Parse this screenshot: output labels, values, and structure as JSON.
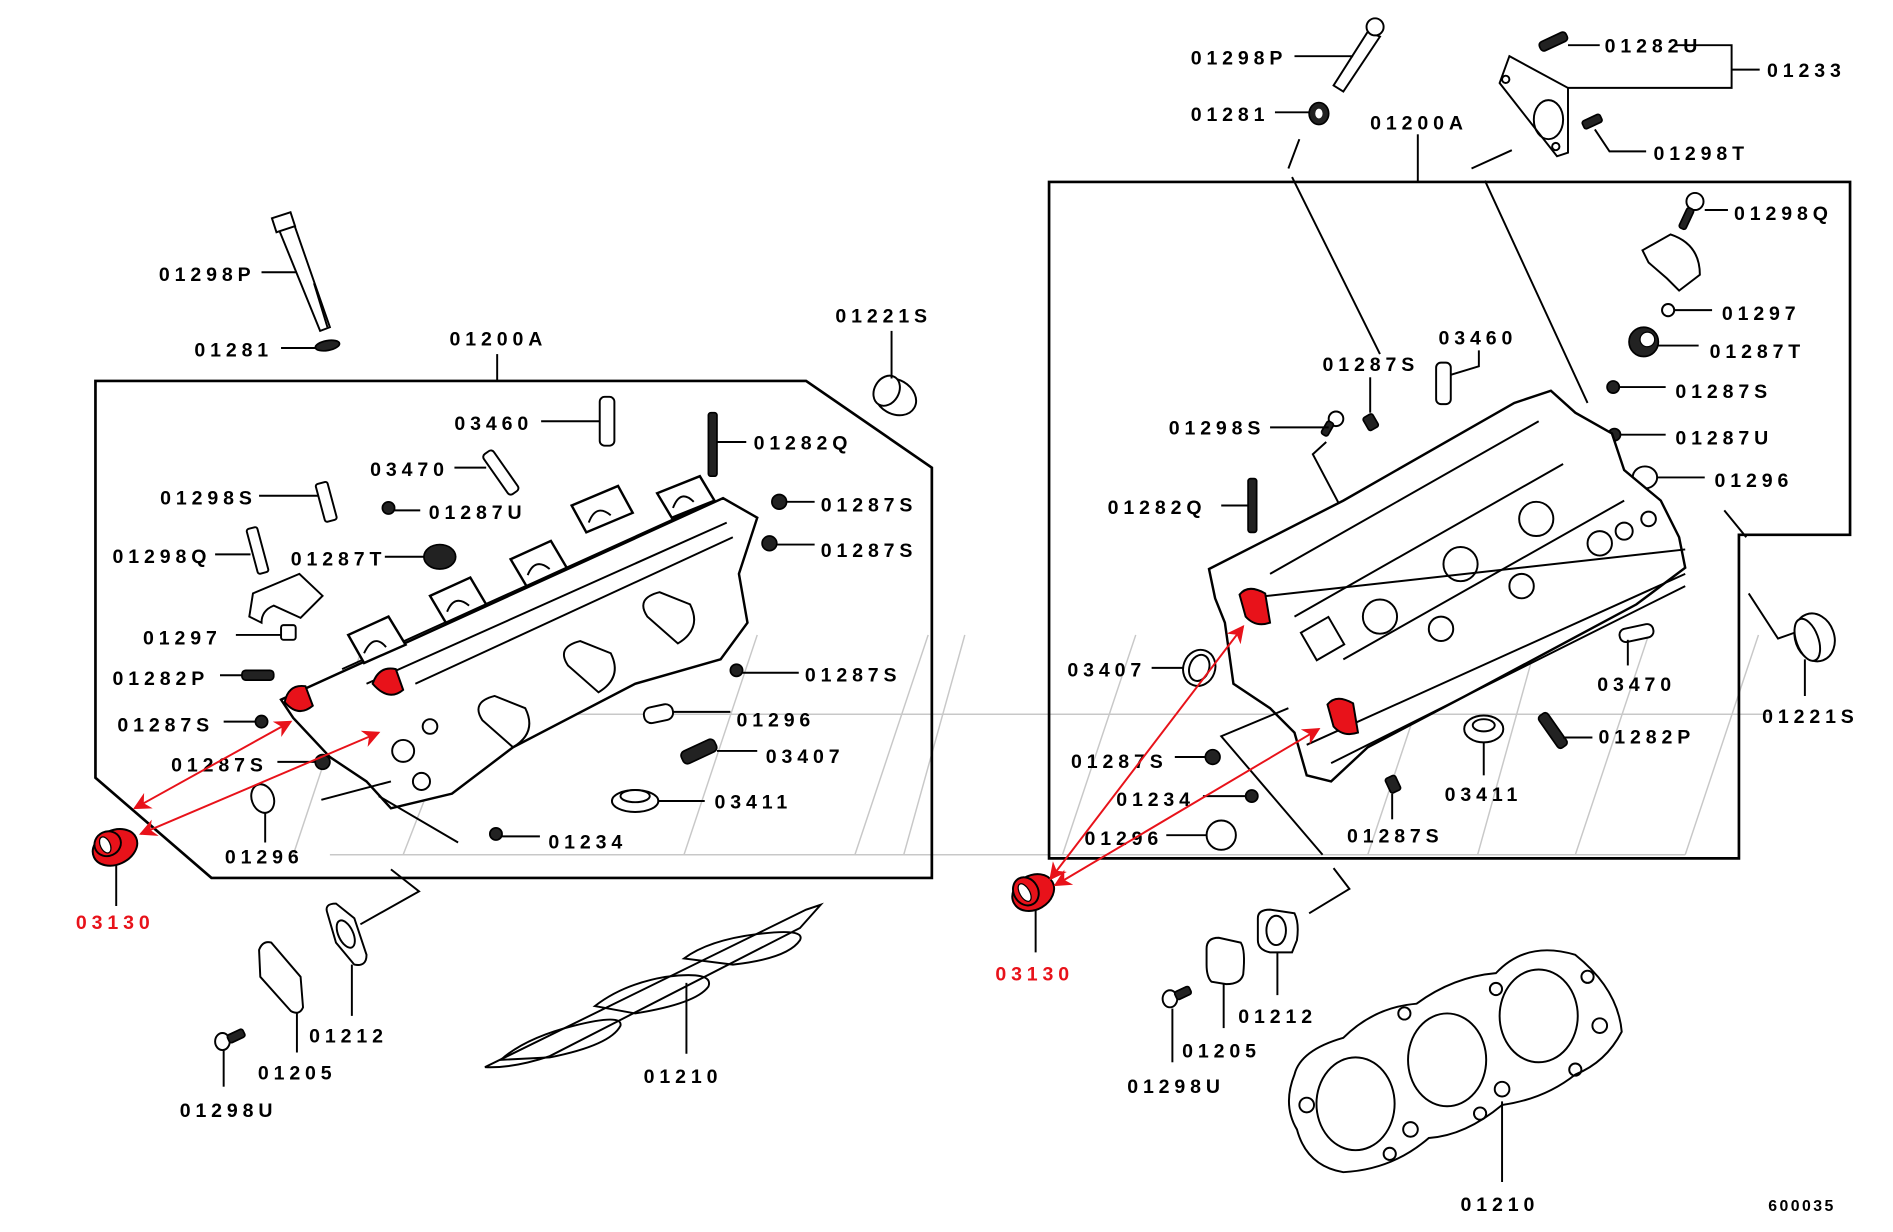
{
  "diagram": {
    "title": "Cylinder head assembly — left and right banks",
    "figure_number": "600035",
    "highlight_color": "#e8121a",
    "highlighted_part": "03130",
    "left_bank": {
      "assembly": "01200A",
      "labels": {
        "bolt_long": "01298P",
        "washer": "01281",
        "assembly": "01200A",
        "seal_ring": "01221S",
        "guide_intake": "03460",
        "guide_exhaust": "03470",
        "stud_q": "01282Q",
        "bolt_s": "01298S",
        "plug_u": "01287U",
        "plug_s_1": "01287S",
        "plug_s_2": "01287S",
        "bolt_q": "01298Q",
        "plug_t": "01287T",
        "dowel": "01297",
        "stud_p": "01282P",
        "plug_s_3": "01287S",
        "plug_s_4": "01287S",
        "plug_s_5": "01287S",
        "cup_plug_inner": "01296",
        "cup_plug_outer": "01296",
        "valve_seal": "03407",
        "stem_seal": "03411",
        "nut": "01234",
        "camshaft_oil_seal": "03130",
        "gasket_small": "01212",
        "cover": "01205",
        "bolt_u": "01298U",
        "head_gasket": "01210"
      }
    },
    "right_bank": {
      "assembly": "01200A",
      "labels": {
        "bolt_long": "01298P",
        "washer": "01281",
        "assembly": "01200A",
        "stud_u": "01282U",
        "bracket": "01233",
        "bolt_t": "01298T",
        "bolt_q": "01298Q",
        "dowel": "01297",
        "plug_t": "01287T",
        "plug_s_1": "01287S",
        "plug_u": "01287U",
        "cup_plug_1": "01296",
        "guide_intake": "03460",
        "plug_s_top": "01287S",
        "bolt_s": "01298S",
        "stud_q": "01282Q",
        "valve_seal": "03407",
        "guide_exhaust": "03470",
        "seal_ring": "01221S",
        "stud_p": "01282P",
        "stem_seal": "03411",
        "plug_s_2": "01287S",
        "nut": "01234",
        "cup_plug_2": "01296",
        "plug_s_3": "01287S",
        "camshaft_oil_seal": "03130",
        "gasket_small": "01212",
        "cover": "01205",
        "bolt_u": "01298U",
        "head_gasket": "01210"
      }
    }
  }
}
